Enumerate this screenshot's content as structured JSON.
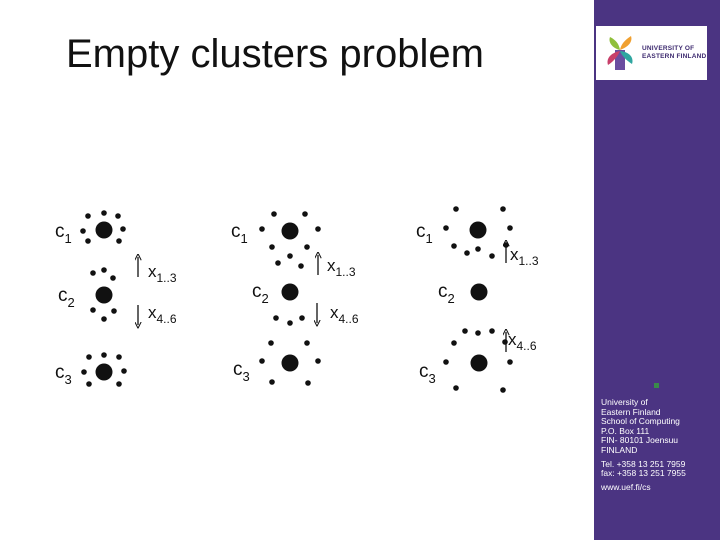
{
  "slide": {
    "title": "Empty clusters problem"
  },
  "logo": {
    "line1": "UNIVERSITY OF",
    "line2": "EASTERN FINLAND"
  },
  "contact": {
    "lines": [
      "University of",
      "Eastern Finland",
      "School of Computing",
      "P.O. Box 111",
      "FIN- 80101 Joensuu",
      "FINLAND"
    ],
    "tel": "Tel. +358 13 251 7959",
    "fax": "fax: +358 13 251 7955",
    "web": "www.uef.fi/cs"
  },
  "panels": [
    {
      "clusters": [
        {
          "letter": "c",
          "index": "1"
        },
        {
          "letter": "c",
          "index": "2"
        },
        {
          "letter": "c",
          "index": "3"
        }
      ],
      "annotations": [
        {
          "letter": "x",
          "subscript": "1..3",
          "direction": "up"
        },
        {
          "letter": "x",
          "subscript": "4..6",
          "direction": "down"
        }
      ]
    },
    {
      "clusters": [
        {
          "letter": "c",
          "index": "1"
        },
        {
          "letter": "c",
          "index": "2"
        },
        {
          "letter": "c",
          "index": "3"
        }
      ],
      "annotations": [
        {
          "letter": "x",
          "subscript": "1..3",
          "direction": "up"
        },
        {
          "letter": "x",
          "subscript": "4..6",
          "direction": "down"
        }
      ]
    },
    {
      "clusters": [
        {
          "letter": "c",
          "index": "1"
        },
        {
          "letter": "c",
          "index": "2"
        },
        {
          "letter": "c",
          "index": "3"
        }
      ],
      "annotations": [
        {
          "letter": "x",
          "subscript": "1..3",
          "direction": "up"
        },
        {
          "letter": "x",
          "subscript": "4..6",
          "direction": "up"
        }
      ]
    }
  ],
  "colors": {
    "sidebar": "#4b3482",
    "ink": "#111111",
    "bullet": "#3a8a4a"
  }
}
